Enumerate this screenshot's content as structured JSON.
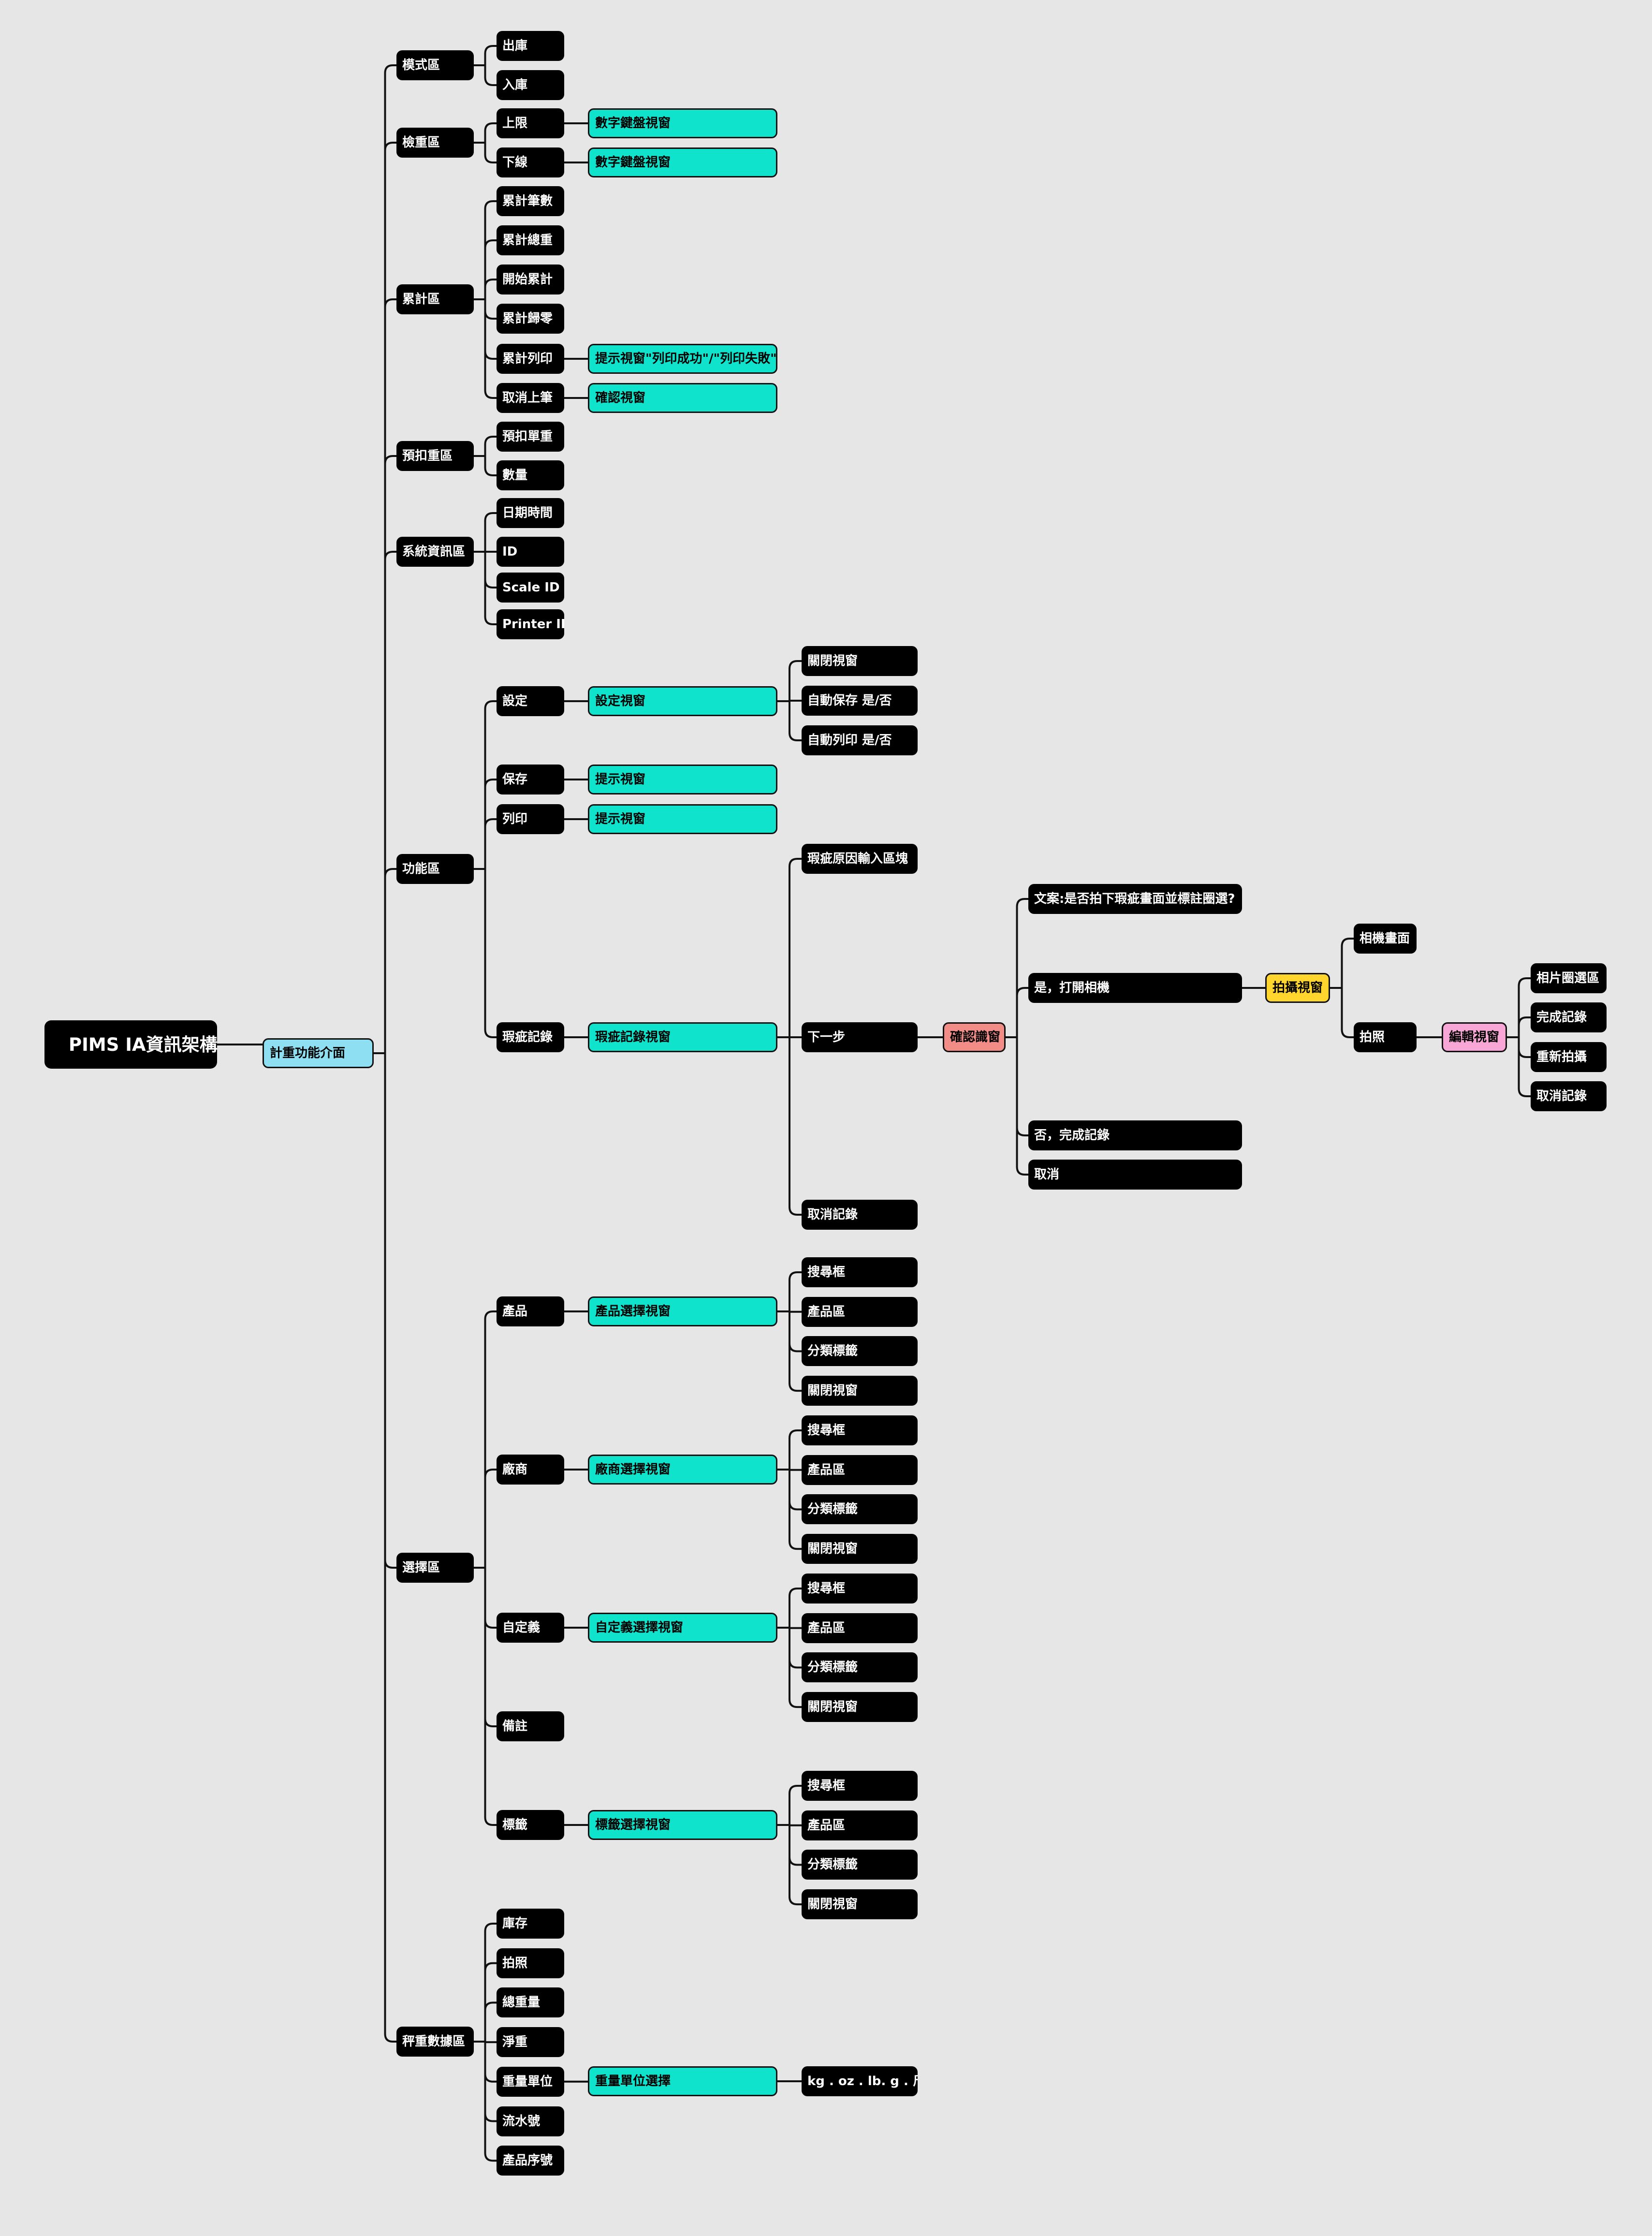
{
  "diagram": {
    "root": "PIMS IA資訊架構",
    "hub": "計重功能介面",
    "modes": {
      "label": "模式區",
      "out": "出庫",
      "in": "入庫"
    },
    "check": {
      "label": "檢重區",
      "upper": "上限",
      "lower": "下線",
      "keypad": "數字鍵盤視窗"
    },
    "accum": {
      "label": "累計區",
      "count": "累計筆數",
      "weight": "累計總重",
      "start": "開始累計",
      "reset": "累計歸零",
      "print": "累計列印",
      "print_popup": "提示視窗\"列印成功\"/\"列印失敗\"",
      "undo": "取消上筆",
      "confirm": "確認視窗"
    },
    "tare": {
      "label": "預扣重區",
      "single": "預扣單重",
      "qty": "數量"
    },
    "sysinfo": {
      "label": "系統資訊區",
      "datetime": "日期時間",
      "id": "ID",
      "scale_id": "Scale ID",
      "printer_id": "Printer ID"
    },
    "func": {
      "label": "功能區",
      "settings": "設定",
      "settings_window": "設定視窗",
      "close_window": "關閉視窗",
      "autosave": "自動保存 是/否",
      "autoprint": "自動列印 是/否",
      "save": "保存",
      "print": "列印",
      "hint_window": "提示視窗",
      "defect": "瑕疵記錄",
      "defect_window": "瑕疵記錄視窗",
      "defect_reason": "瑕疵原因輸入區塊",
      "next": "下一步",
      "confirm_window": "確認識窗",
      "question": "文案:是否拍下瑕疵畫面並標註圈選?",
      "yes_camera": "是，打開相機",
      "no_done": "否，完成記錄",
      "cancel": "取消",
      "cancel_record": "取消記錄",
      "shoot_window": "拍攝視窗",
      "camera_view": "相機畫面",
      "shoot": "拍照",
      "edit_window": "編輯視窗",
      "circle_area": "相片圈選區",
      "done_record": "完成記錄",
      "reshoot": "重新拍攝",
      "cancel_record2": "取消記錄"
    },
    "select": {
      "label": "選擇區",
      "product": "產品",
      "product_window": "產品選擇視窗",
      "vendor": "廠商",
      "vendor_window": "廠商選擇視窗",
      "custom": "自定義",
      "custom_window": "自定義選擇視窗",
      "note": "備註",
      "tag": "標籤",
      "tag_window": "標籤選擇視窗",
      "search": "搜尋框",
      "product_area": "產品區",
      "category_tag": "分類標籤",
      "close_window": "關閉視窗"
    },
    "weighdata": {
      "label": "秤重數據區",
      "stock": "庫存",
      "photo": "拍照",
      "gross": "總重量",
      "net": "淨重",
      "unit": "重量單位",
      "unit_select": "重量單位選擇",
      "unit_options": "kg . oz . lb. g . 斤兩",
      "serial": "流水號",
      "product_no": "產品序號"
    }
  },
  "colors": {
    "background": "#e6e6e6",
    "node": "#000000",
    "hub": "#8fdff2",
    "window": "#0fe3cc",
    "confirm": "#f28c86",
    "shoot": "#ffd52e",
    "edit": "#f7a6d6"
  }
}
